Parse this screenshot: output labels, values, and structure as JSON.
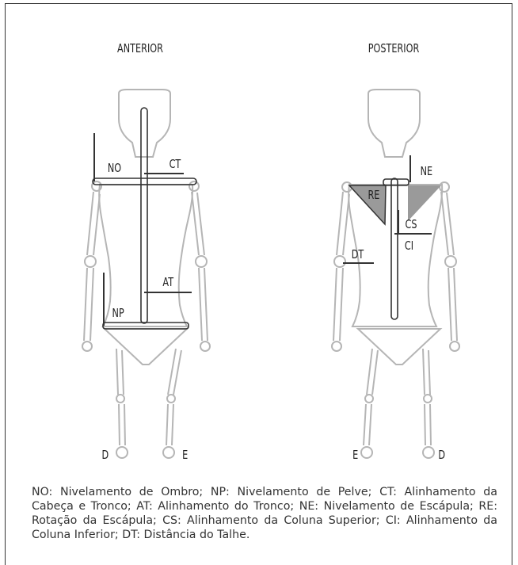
{
  "views": {
    "anterior": {
      "title": "ANTERIOR",
      "side_left": "D",
      "side_right": "E"
    },
    "posterior": {
      "title": "POSTERIOR",
      "side_left": "E",
      "side_right": "D"
    }
  },
  "markers": {
    "no": "NO",
    "ct": "CT",
    "at": "AT",
    "np": "NP",
    "ne": "NE",
    "re": "RE",
    "cs": "CS",
    "ci": "CI",
    "dt": "DT"
  },
  "caption": "NO: Nivelamento de Ombro; NP: Nivelamento de Pelve; CT: Alinhamento da Cabeça e Tronco; AT: Alinhamento do Tronco; NE: Nivelamento de Escápula; RE: Rotação da Escápula; CS: Alinhamento da Coluna Superior; CI: Alinhamento da Coluna Inferior; DT: Distância do Talhe.",
  "colors": {
    "outline": "#b5b5b5",
    "line": "#333333",
    "triangle": "#9a9a9a"
  }
}
